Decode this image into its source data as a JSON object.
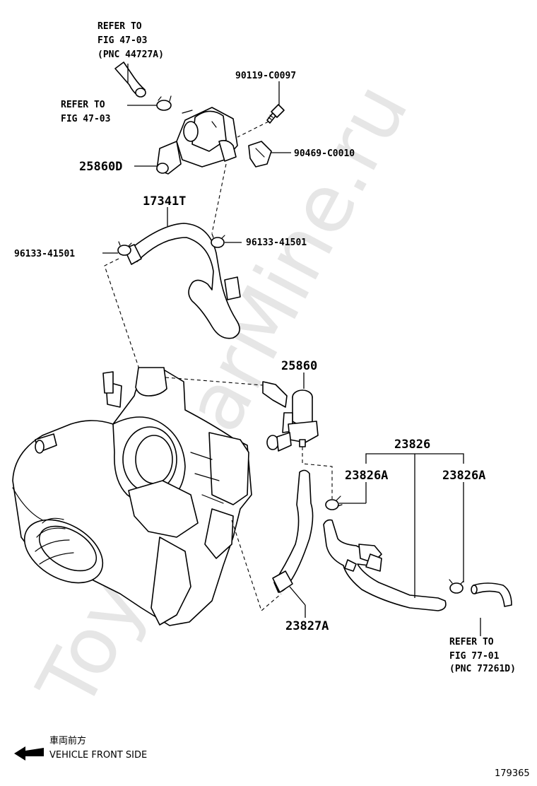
{
  "watermark": "ToyotaCarMine.ru",
  "labels": {
    "ref_top": [
      "REFER TO",
      "FIG 47-03",
      "(PNC 44727A)"
    ],
    "ref_mid": [
      "REFER TO",
      "FIG 47-03"
    ],
    "bolt": "90119-C0097",
    "valve_top": "25860D",
    "clip_top": "90469-C0010",
    "hose_top": "17341T",
    "clamp_left": "96133-41501",
    "clamp_right": "96133-41501",
    "valve_mid": "25860",
    "hose_group": "23826",
    "clamp_a_left": "23826A",
    "clamp_a_right": "23826A",
    "hose_bottom": "23827A",
    "ref_bottom": [
      "REFER TO",
      "FIG 77-01",
      "(PNC 77261D)"
    ]
  },
  "legend": {
    "japanese": "車両前方",
    "english": "VEHICLE FRONT SIDE"
  },
  "diagram_id": "179365"
}
